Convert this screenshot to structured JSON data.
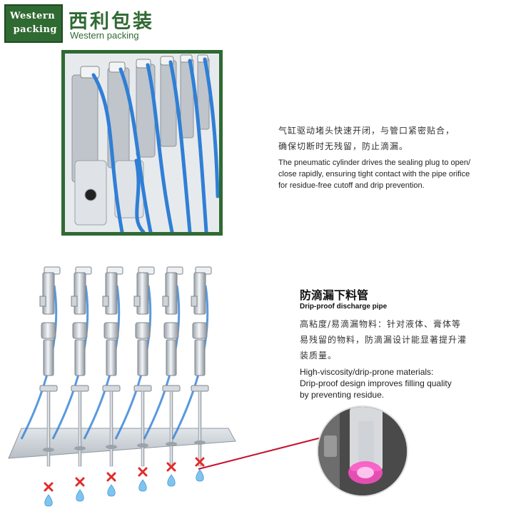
{
  "logo": {
    "box_line1": "Western",
    "box_line2": "packing",
    "chinese_name": "西利包装",
    "english_name": "Western packing",
    "brand_color": "#2f6a33"
  },
  "section1": {
    "cn_line1": "气缸驱动堵头快速开闭，与管口紧密贴合，",
    "cn_line2": "确保切断时无残留，防止滴漏。",
    "en_line1": "The pneumatic cylinder drives the sealing plug to open/",
    "en_line2": "close rapidly, ensuring tight contact with the pipe orifice",
    "en_line3": "for residue-free cutoff and drip prevention."
  },
  "section2": {
    "title_cn": "防滴漏下料管",
    "title_en": "Drip-proof discharge pipe",
    "cn_line1": "高粘度/易滴漏物料：针对液体、膏体等",
    "cn_line2": "易残留的物料，防滴漏设计能显著提升灌",
    "cn_line3": "装质量。",
    "en_line1": "High-viscosity/drip-prone materials:",
    "en_line2": "Drip-proof design improves filling quality",
    "en_line3": "by preventing residue."
  },
  "colors": {
    "tube_blue": "#2f7fd6",
    "marker_red": "#e02b2b",
    "pointer_red": "#c8102e",
    "drop_blue": "#7fc4ee"
  },
  "icons": {
    "nozzle_marker": "red-x-icon",
    "drop": "water-drop-icon"
  }
}
